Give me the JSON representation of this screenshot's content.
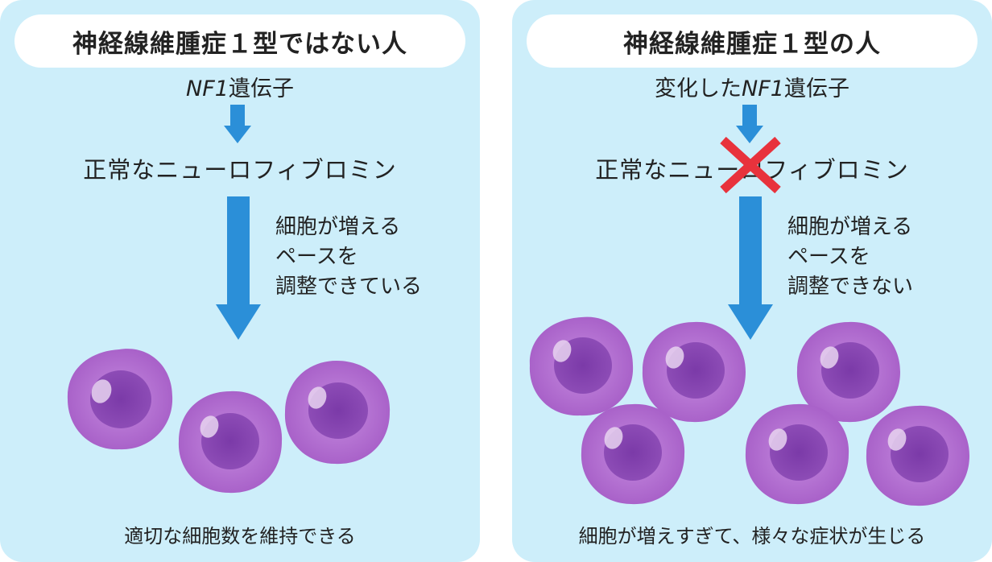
{
  "colors": {
    "panel_bg": "#cdeefa",
    "header_bg": "#ffffff",
    "arrow": "#2b8fd8",
    "cross": "#e8323c",
    "cell_membrane": "#b36fd0",
    "cell_nucleus": "#7a3aa8",
    "cell_highlight": "#e8d4f0"
  },
  "left": {
    "title": "神経線維腫症１型ではない人",
    "gene_italic": "NF1",
    "gene_suffix": "遺伝子",
    "protein": "正常なニューロフィブロミン",
    "note_lines": [
      "細胞が増える",
      "ペースを",
      "調整できている"
    ],
    "bottom": "適切な細胞数を維持できる",
    "cells_count": 3
  },
  "right": {
    "title": "神経線維腫症１型の人",
    "gene_prefix": "変化した",
    "gene_italic": "NF1",
    "gene_suffix": "遺伝子",
    "protein": "正常なニューロフィブロミン",
    "cross_icon": "red-x-mark",
    "note_lines": [
      "細胞が増える",
      "ペースを",
      "調整できない"
    ],
    "bottom": "細胞が増えすぎて、様々な症状が生じる",
    "cells_count": 6
  }
}
